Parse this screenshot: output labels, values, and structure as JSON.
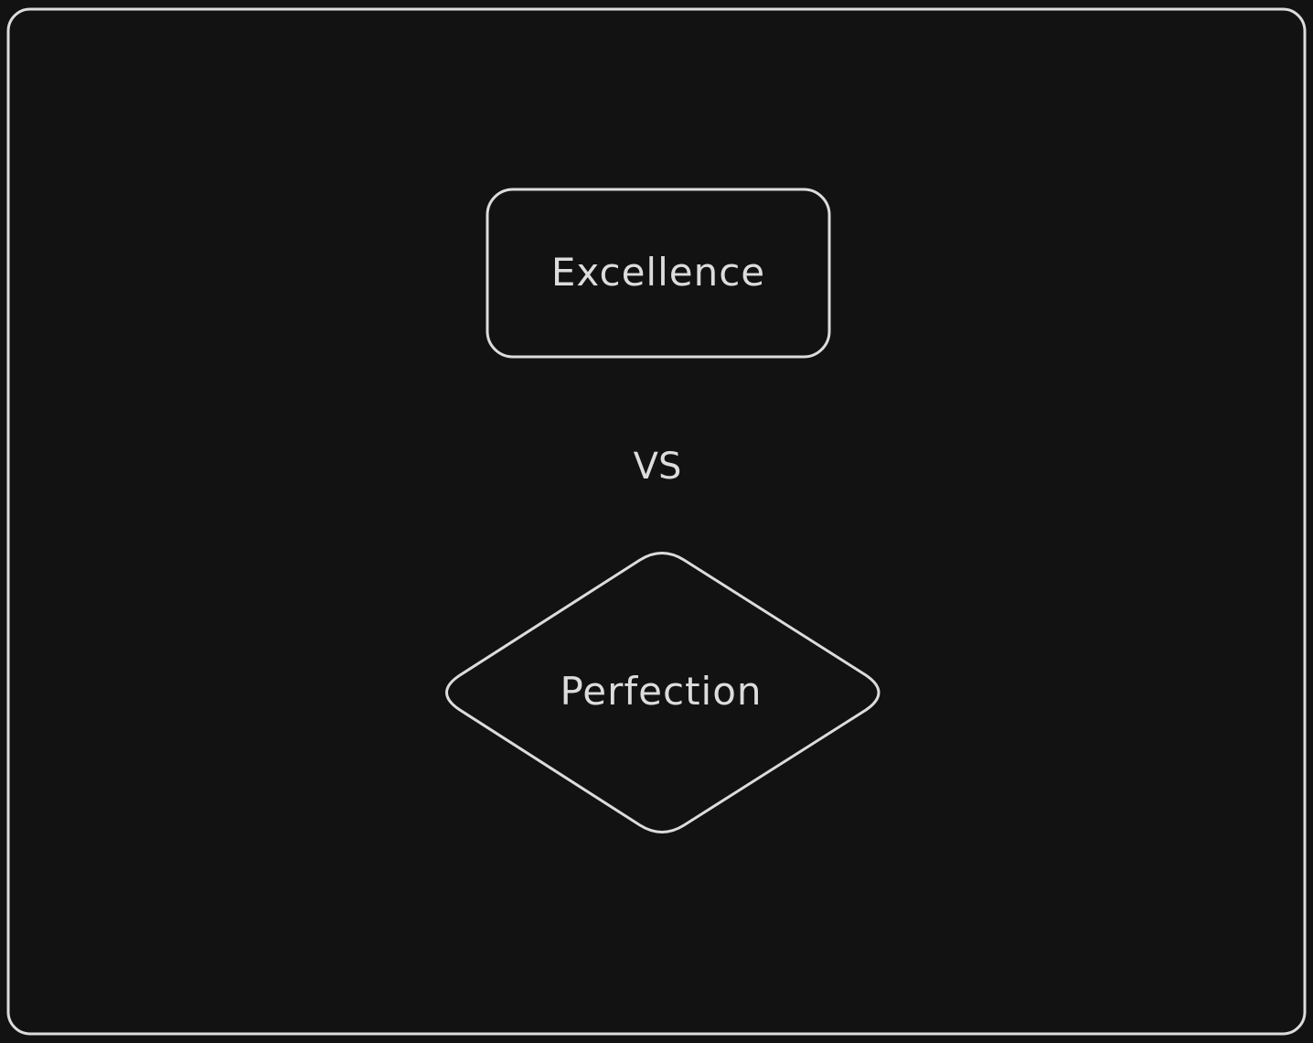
{
  "diagram": {
    "nodes": [
      {
        "id": "excellence",
        "shape": "rounded-rectangle",
        "label": "Excellence"
      },
      {
        "id": "perfection",
        "shape": "diamond",
        "label": "Perfection"
      }
    ],
    "connector_text": "VS"
  },
  "colors": {
    "background": "#121212",
    "stroke": "#dcdcdc",
    "text": "#dcdcdc"
  }
}
